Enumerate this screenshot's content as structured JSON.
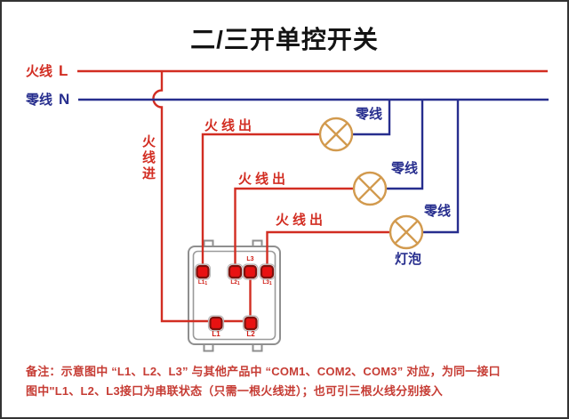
{
  "title": "二/三开单控开关",
  "legend": {
    "live": "火线",
    "live_letter": "L",
    "neutral": "零线",
    "neutral_letter": "N"
  },
  "labels": {
    "live_in": "火线进",
    "live_out_1": "火线出",
    "live_out_2": "火线出",
    "live_out_3": "火线出",
    "neutral_1": "零线",
    "neutral_2": "零线",
    "neutral_3": "零线",
    "bulb": "灯泡"
  },
  "switch_box": {
    "top_terminal_labels": [
      {
        "base": "L1",
        "sub": "1"
      },
      {
        "base": "L2",
        "sub": "1"
      },
      {
        "base": "L3",
        "sub": "1"
      }
    ],
    "jumper_terminal_label": "L3",
    "bottom_terminal_labels": [
      "L1",
      "L2"
    ]
  },
  "note": {
    "line1": "备注：示意图中 “L1、L2、L3” 与其他产品中 “COM1、COM2、COM3” 对应，为同一接口",
    "line2": "图中\"L1、L2、L3接口为串联状态（只需一根火线进）；也可引三根火线分别接入"
  },
  "colors": {
    "live_wire": "#d22d22",
    "neutral_wire": "#272e8e",
    "lamp_outline": "#d29a4e",
    "terminal_fill": "#e81212",
    "terminal_border": "#7e120d",
    "box_outline": "#8f8f8f",
    "note_text": "#c63c34",
    "title_text": "#141414"
  }
}
